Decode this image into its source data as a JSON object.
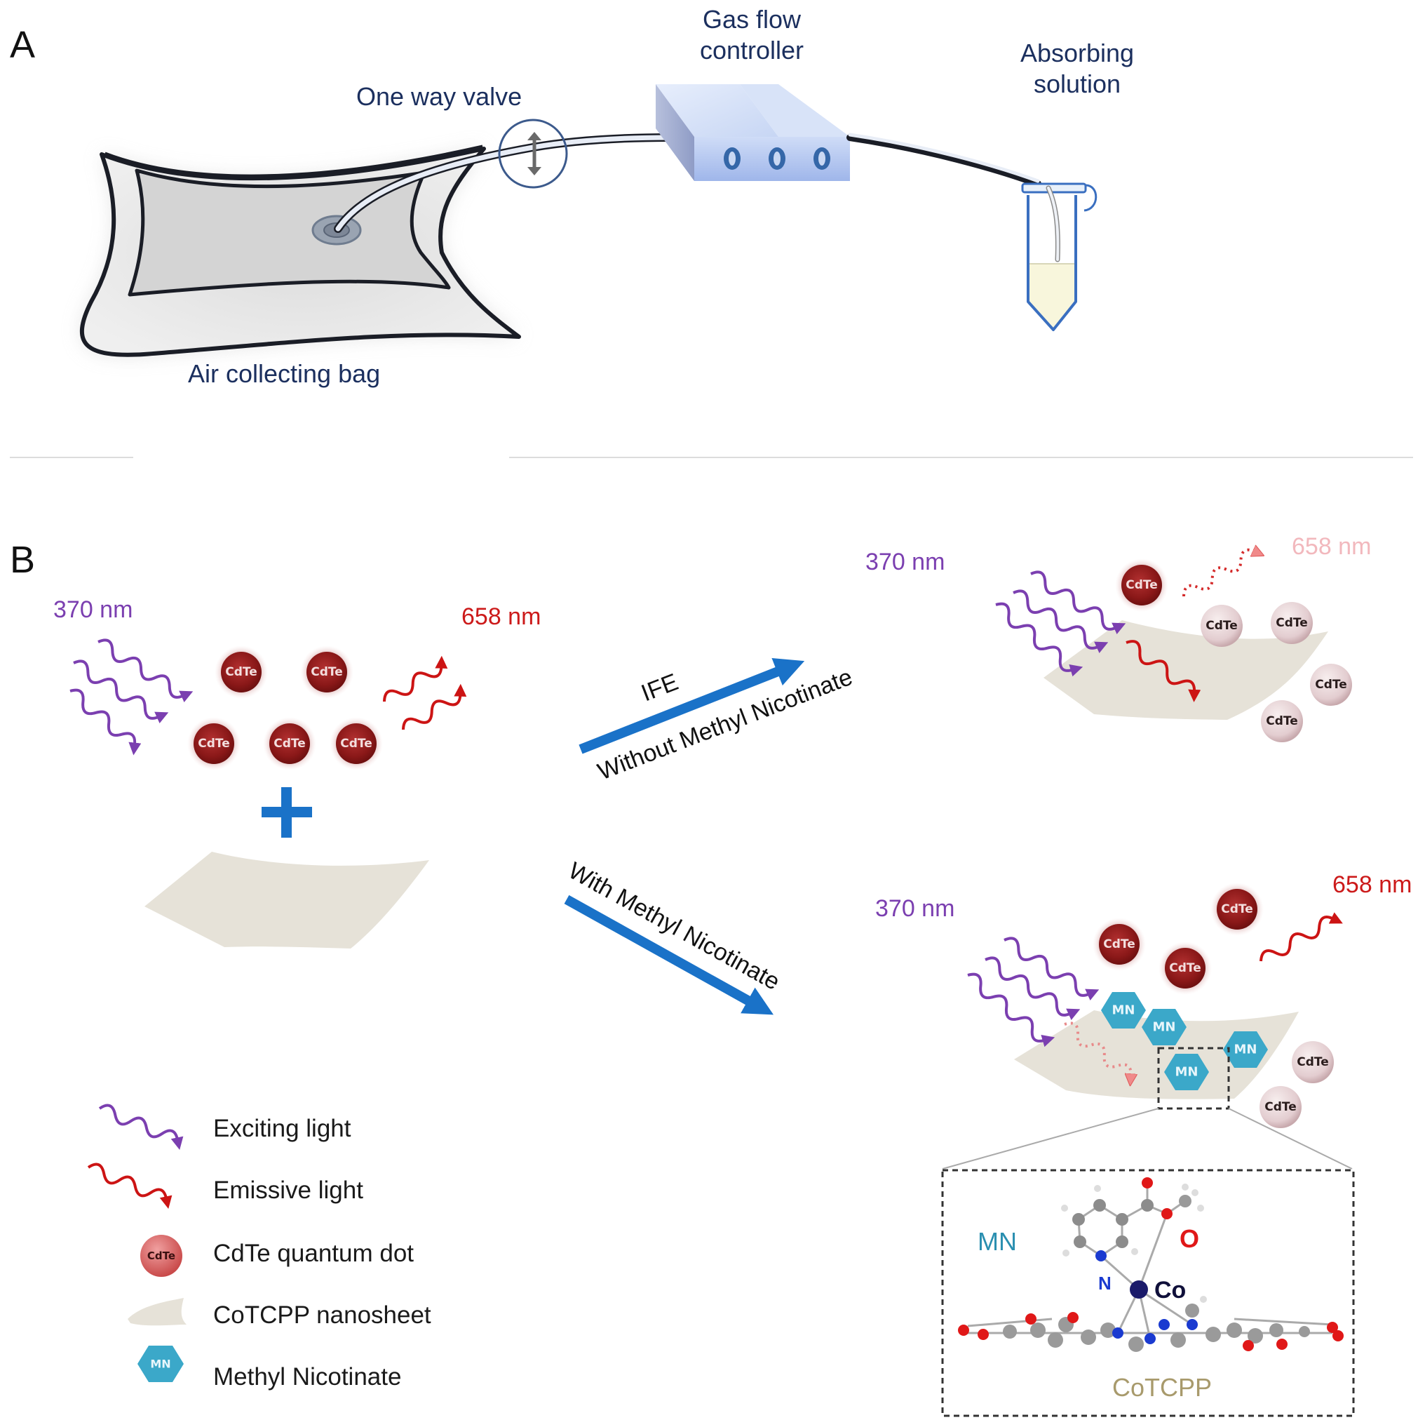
{
  "panel_a": {
    "letter": "A",
    "labels": {
      "gas_flow_line1": "Gas flow",
      "gas_flow_line2": "controller",
      "valve": "One way valve",
      "absorbing_line1": "Absorbing",
      "absorbing_line2": "solution",
      "bag": "Air collecting bag"
    }
  },
  "panel_b": {
    "letter": "B",
    "initial": {
      "excitation": "370 nm",
      "emission": "658 nm",
      "qd_label": "CdTe",
      "plus": "+"
    },
    "arrow_top": {
      "above": "IFE",
      "below": "Without Methyl Nicotinate"
    },
    "arrow_bottom": {
      "above": "With Methyl Nicotinate"
    },
    "top_result": {
      "excitation": "370 nm",
      "emission": "658 nm",
      "qd_label": "CdTe"
    },
    "bottom_result": {
      "excitation": "370 nm",
      "emission": "658 nm",
      "qd_label": "CdTe",
      "mn_label": "MN"
    },
    "inset": {
      "mn": "MN",
      "o": "O",
      "n": "N",
      "co": "Co",
      "cotcpp": "CoTCPP"
    },
    "legend": [
      {
        "icon": "exciting-light-icon",
        "label": "Exciting light"
      },
      {
        "icon": "emissive-light-icon",
        "label": "Emissive light"
      },
      {
        "icon": "cdte-quantum-dot-icon",
        "label": "CdTe quantum dot",
        "glyph": "CdTe"
      },
      {
        "icon": "cotcpp-nanosheet-icon",
        "label": "CoTCPP nanosheet"
      },
      {
        "icon": "methyl-nicotinate-icon",
        "label": "Methyl Nicotinate",
        "glyph": "MN"
      }
    ]
  },
  "colors": {
    "excite": "#7b3fb0",
    "emit": "#cc1a1a",
    "qd_dark": "#8e1c1c",
    "qd_light": "#e8d4d6",
    "sheet": "#e6e2d8",
    "mn": "#3ba8c9",
    "process_arrow": "#1a72c8",
    "navy_label": "#1b2f5e"
  }
}
